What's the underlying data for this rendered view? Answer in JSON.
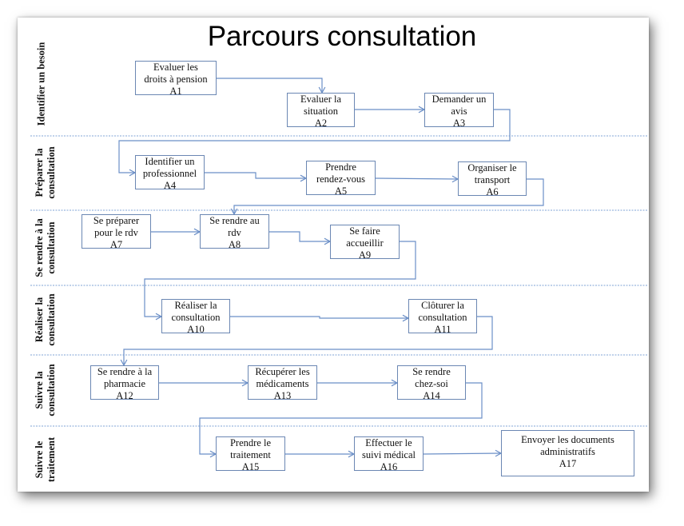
{
  "title": "Parcours consultation",
  "lanes": [
    {
      "lines": [
        "Identifier un besoin"
      ]
    },
    {
      "lines": [
        "Préparer la",
        "consultation"
      ]
    },
    {
      "lines": [
        "Se rendre à la",
        "consultation"
      ]
    },
    {
      "lines": [
        "Réaliser la",
        "consultation"
      ]
    },
    {
      "lines": [
        "Suivre la",
        "consultation"
      ]
    },
    {
      "lines": [
        "Suivre le",
        "traitement"
      ]
    }
  ],
  "activities": [
    {
      "lines": [
        "Evaluer les",
        "droits à pension",
        "A1"
      ]
    },
    {
      "lines": [
        "Evaluer la",
        "situation",
        "A2"
      ]
    },
    {
      "lines": [
        "Demander un",
        "avis",
        "A3"
      ]
    },
    {
      "lines": [
        "Identifier un",
        "professionnel",
        "A4"
      ]
    },
    {
      "lines": [
        "Prendre",
        "rendez-vous",
        "A5"
      ]
    },
    {
      "lines": [
        "Organiser le",
        "transport",
        "A6"
      ]
    },
    {
      "lines": [
        "Se préparer",
        "pour le rdv",
        "A7"
      ]
    },
    {
      "lines": [
        "Se rendre au",
        "rdv",
        "A8"
      ]
    },
    {
      "lines": [
        "Se faire",
        "accueillir",
        "A9"
      ]
    },
    {
      "lines": [
        "Réaliser la",
        "consultation",
        "A10"
      ]
    },
    {
      "lines": [
        "Clôturer la",
        "consultation",
        "A11"
      ]
    },
    {
      "lines": [
        "Se rendre à la",
        "pharmacie",
        "A12"
      ]
    },
    {
      "lines": [
        "Récupérer les",
        "médicaments",
        "A13"
      ]
    },
    {
      "lines": [
        "Se rendre",
        "chez-soi",
        "A14"
      ]
    },
    {
      "lines": [
        "Prendre le",
        "traitement",
        "A15"
      ]
    },
    {
      "lines": [
        "Effectuer le",
        "suivi médical",
        "A16"
      ]
    },
    {
      "lines": [
        "Envoyer les documents",
        "administratifs",
        "A17"
      ]
    }
  ],
  "colors": {
    "connector": "#6b8fc7",
    "divider": "#7fa3d6",
    "box_border": "#6b87b3"
  }
}
